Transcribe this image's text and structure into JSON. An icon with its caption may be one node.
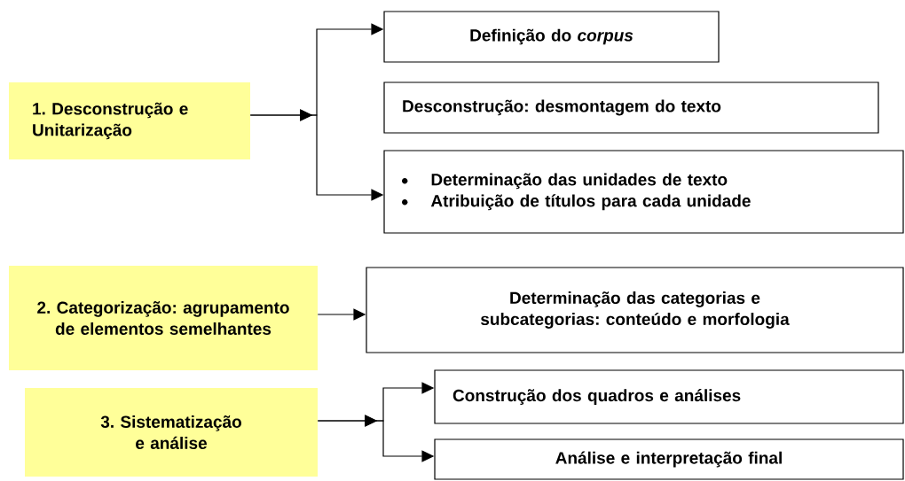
{
  "diagram": {
    "nodes": [
      {
        "text": [
          "1. Desconstrução e Unitarização"
        ]
      },
      {
        "text": [
          "Definição do *corpus*"
        ]
      },
      {
        "text": [
          "Desconstrução: desmontagem do texto"
        ]
      },
      {
        "text": [
          "Determinação das unidades de texto",
          "Atribuição de títulos para cada  unidade"
        ]
      },
      {
        "text": [
          "2. Categorização: agrupamento de elementos semelhantes"
        ]
      },
      {
        "text": [
          "Determinação das categorias e subcategorias: conteúdo e morfologia"
        ]
      },
      {
        "text": [
          "3. Sistematização e análise"
        ]
      },
      {
        "text": [
          "Construção dos quadros e análises"
        ]
      },
      {
        "text": [
          "Análise e interpretação final"
        ]
      }
    ],
    "edges": [
      {
        "from": 0,
        "to": 1,
        "arrow": "to"
      },
      {
        "from": 0,
        "to": 3,
        "arrow": "to"
      },
      {
        "from": 4,
        "to": 5,
        "arrow": "to"
      },
      {
        "from": 6,
        "to": 7,
        "arrow": "to"
      },
      {
        "from": 6,
        "to": 8,
        "arrow": "to"
      }
    ]
  }
}
